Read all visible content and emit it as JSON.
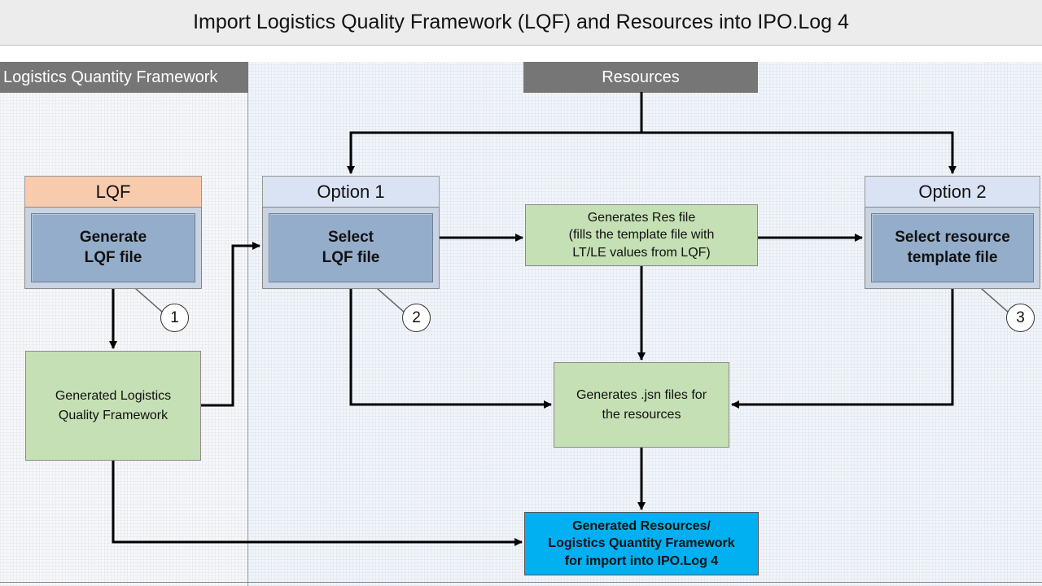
{
  "title": "Import Logistics Quality Framework (LQF) and Resources into IPO.Log 4",
  "panels": {
    "left_header": "Logistics Quantity Framework",
    "resources_header": "Resources"
  },
  "tabs": {
    "lqf": "LQF",
    "option1": "Option 1",
    "option2": "Option 2"
  },
  "boxes": {
    "generate_lqf": "Generate\nLQF file",
    "select_lqf": "Select\nLQF file",
    "select_template": "Select resource\ntemplate file",
    "generated_lqf": "Generated Logistics\nQuality Framework",
    "res_file": "Generates Res file\n(fills the template file with\nLT/LE values from LQF)",
    "jsn_files": "Generates .jsn files for\nthe resources",
    "output": "Generated Resources/\nLogistics Quantity Framework\nfor import into IPO.Log 4"
  },
  "callouts": [
    "1",
    "2",
    "3"
  ],
  "colors": {
    "lqf_tab": "#f8cbad",
    "option_tab": "#dae3f3",
    "process_box": "#94adcb",
    "green_box": "#c5e0b4",
    "output_box": "#00b0f0",
    "panel_header": "#767676"
  }
}
